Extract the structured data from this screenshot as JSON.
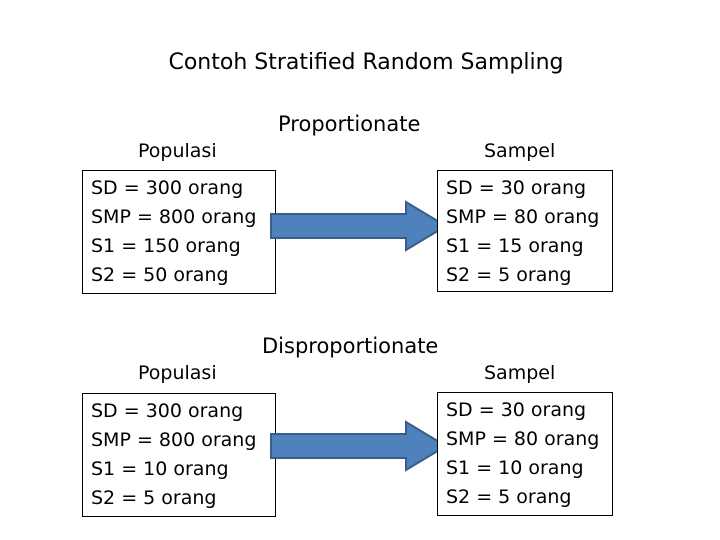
{
  "title": "Contoh  Stratified Random Sampling",
  "sections": [
    {
      "method": "Proportionate",
      "population_label": "Populasi",
      "sample_label": "Sampel",
      "population": [
        "SD = 300 orang",
        "SMP = 800 orang",
        "S1 = 150 orang",
        "S2 = 50 orang"
      ],
      "sample": [
        "SD = 30 orang",
        "SMP = 80 orang",
        "S1 = 15 orang",
        "S2 = 5 orang"
      ]
    },
    {
      "method": "Disproportionate",
      "population_label": "Populasi",
      "sample_label": "Sampel",
      "population": [
        "SD = 300 orang",
        "SMP = 800 orang",
        "S1 = 10 orang",
        "S2 = 5 orang"
      ],
      "sample": [
        "SD = 30 orang",
        "SMP = 80 orang",
        "S1 = 10 orang",
        "S2 = 5 orang"
      ]
    }
  ],
  "colors": {
    "arrow_fill": "#4f81bd",
    "arrow_stroke": "#385d8a"
  },
  "icons": {
    "arrow": "right-arrow-icon"
  }
}
